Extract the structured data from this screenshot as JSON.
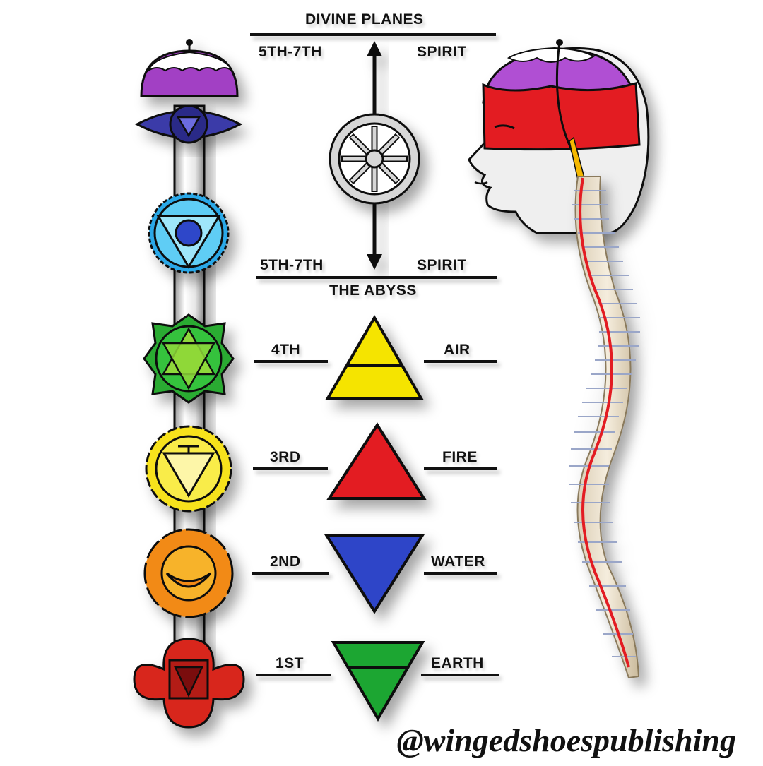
{
  "divine_planes": {
    "title": "DIVINE PLANES",
    "top_left": "5TH-7TH",
    "top_right": "SPIRIT",
    "bottom_left": "5TH-7TH",
    "bottom_right": "SPIRIT",
    "abyss": "THE ABYSS"
  },
  "elements": [
    {
      "plane": "4TH",
      "element": "AIR",
      "color": "#f5e400",
      "pointing": "up",
      "barred": true
    },
    {
      "plane": "3RD",
      "element": "FIRE",
      "color": "#e31b23",
      "pointing": "up",
      "barred": false
    },
    {
      "plane": "2ND",
      "element": "WATER",
      "color": "#2f44c8",
      "pointing": "down",
      "barred": false
    },
    {
      "plane": "1ST",
      "element": "EARTH",
      "color": "#1fa632",
      "pointing": "down",
      "barred": true
    }
  ],
  "chakras": [
    {
      "name": "crown",
      "color": "#a23fc4"
    },
    {
      "name": "third-eye",
      "color": "#3a3aa8"
    },
    {
      "name": "throat",
      "color": "#29a8e8"
    },
    {
      "name": "heart",
      "color": "#34b233"
    },
    {
      "name": "solar-plexus",
      "color": "#f7e21a"
    },
    {
      "name": "sacral",
      "color": "#f59a1b"
    },
    {
      "name": "root",
      "color": "#d8261c"
    }
  ],
  "icons": [
    "dharma-wheel-icon",
    "double-arrow-icon",
    "head-profile-icon",
    "spine-icon"
  ],
  "watermark": "@wingedshoespublishing"
}
